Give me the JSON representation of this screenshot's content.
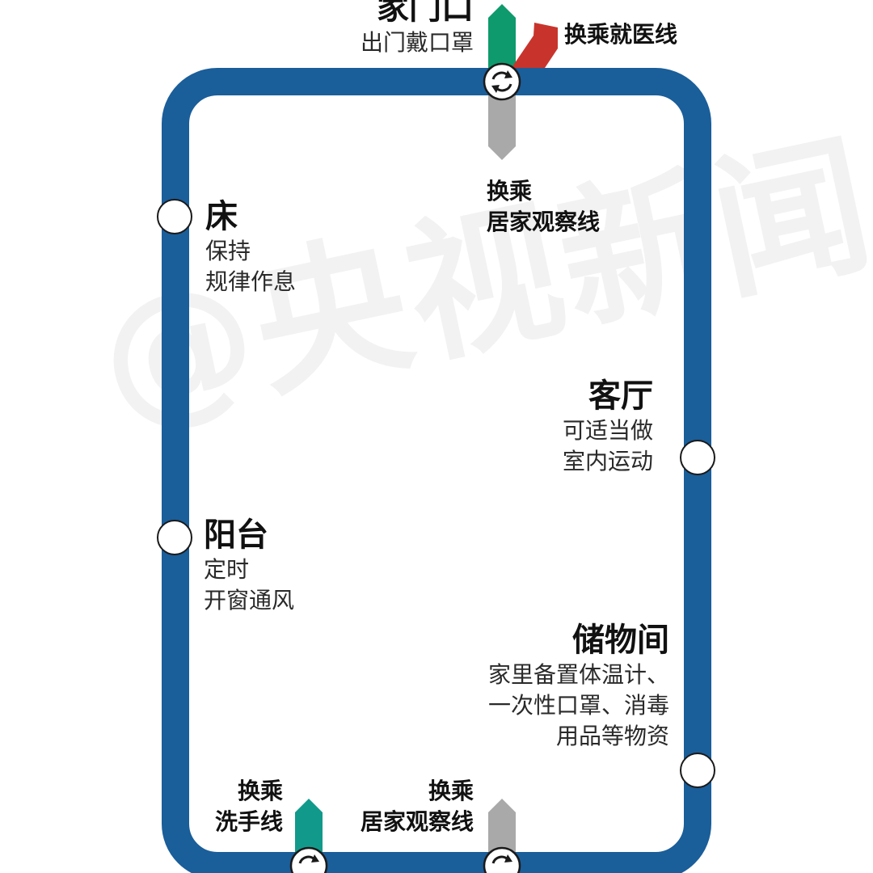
{
  "watermark": "@央视新闻",
  "stations": {
    "door": {
      "name": "家门口",
      "desc": [
        "出门戴口罩"
      ]
    },
    "bed": {
      "name": "床",
      "desc": [
        "保持",
        "规律作息"
      ]
    },
    "living_room": {
      "name": "客厅",
      "desc": [
        "可适当做",
        "室内运动"
      ]
    },
    "balcony": {
      "name": "阳台",
      "desc": [
        "定时",
        "开窗通风"
      ]
    },
    "storage": {
      "name": "储物间",
      "desc": [
        "家里备置体温计、",
        "一次性口罩、消毒",
        "用品等物资"
      ]
    }
  },
  "transfers": {
    "medical": {
      "text": [
        "换乘就医线"
      ],
      "color": "#c8342c"
    },
    "observe_top": {
      "text": [
        "换乘",
        "居家观察线"
      ],
      "color": "#a9a9a9"
    },
    "handwash": {
      "text": [
        "换乘",
        "洗手线"
      ],
      "color": "#119a8c"
    },
    "observe_bottom": {
      "text": [
        "换乘",
        "居家观察线"
      ],
      "color": "#a9a9a9"
    },
    "exit": {
      "color": "#0e9a6c"
    }
  },
  "colors": {
    "loop": "#1a5e9a",
    "interchange_icon": "transfer-arrows-icon"
  }
}
